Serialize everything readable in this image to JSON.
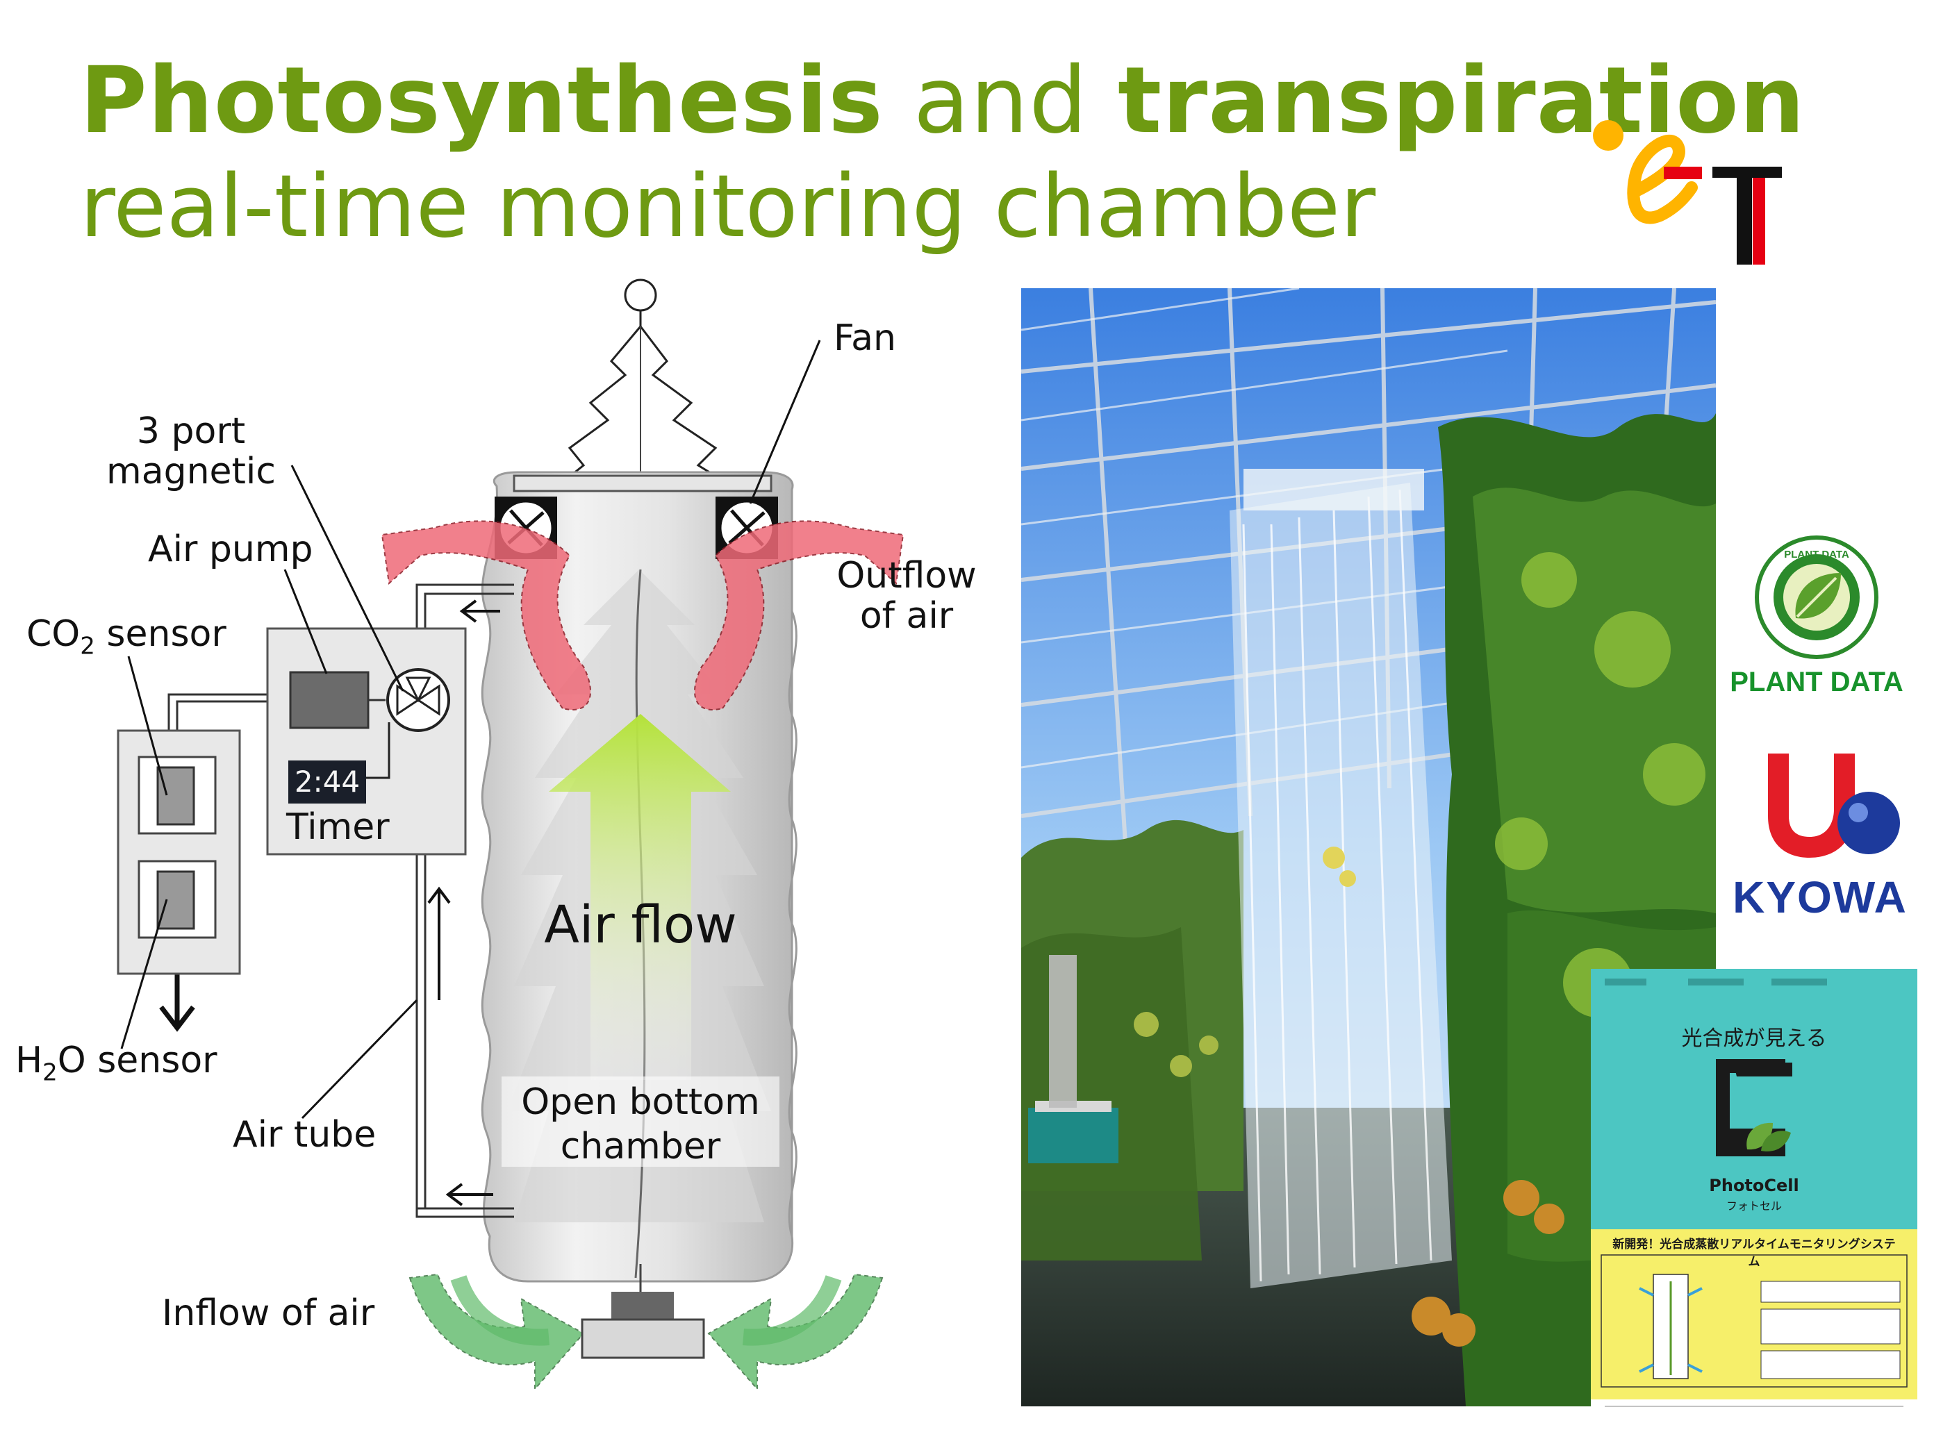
{
  "title": {
    "part1_bold": "Photosynthesis",
    "part2": " and ",
    "part3_bold": "transpiration",
    "line2": "real-time monitoring chamber"
  },
  "diagram": {
    "labels": {
      "fan": "Fan",
      "three_port_l1": "3 port",
      "three_port_l2": "magnetic",
      "air_pump": "Air pump",
      "co2_prefix": "CO",
      "co2_sub": "2",
      "co2_suffix": " sensor",
      "timer_display": "2:44",
      "timer": "Timer",
      "outflow_l1": "Outflow",
      "outflow_l2": "of air",
      "air_flow": "Air flow",
      "h2o_prefix": "H",
      "h2o_sub": "2",
      "h2o_suffix": "O sensor",
      "air_tube": "Air tube",
      "open_bottom_l1": "Open bottom",
      "open_bottom_l2": "chamber",
      "inflow": "Inflow of air"
    }
  },
  "logos": {
    "plant_data_text": "PLANT DATA",
    "plant_data_ring": "PLANT DATA",
    "kyowa_text": "KYOWA"
  },
  "flyer": {
    "title": "光合成が見える",
    "product": "PhotoCell",
    "product_kana": "フォトセル",
    "band": "新開発！光合成蒸散リアルタイムモニタリングシステム"
  },
  "colors": {
    "title_green": "#6e9a12",
    "outflow_red": "#ef6a78",
    "airflow_green": "#b8e04a",
    "inflow_green": "#5fba6a",
    "flyer_teal": "#4cc6c2",
    "flyer_yellow": "#f6ef6a"
  }
}
